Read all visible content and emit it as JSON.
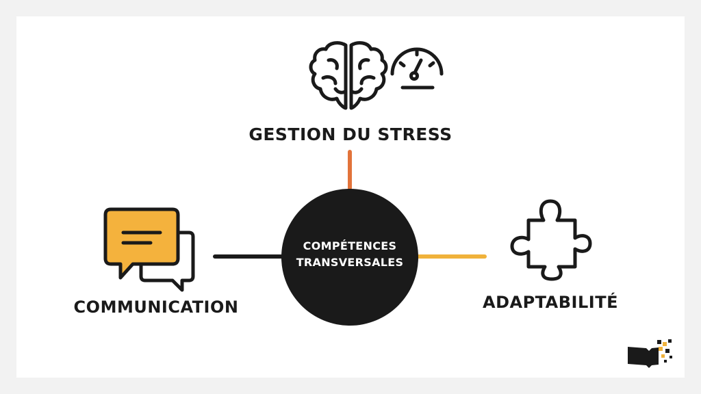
{
  "center": {
    "line1": "COMPÉTENCES",
    "line2": "TRANSVERSALES"
  },
  "branches": {
    "top": {
      "label": "GESTION DU STRESS"
    },
    "left": {
      "label": "COMMUNICATION"
    },
    "right": {
      "label": "ADAPTABILITÉ"
    }
  },
  "icons": {
    "top": [
      "brain-icon",
      "gauge-icon"
    ],
    "left": "chat-bubbles-icon",
    "right": "puzzle-piece-icon",
    "corner": "open-book-pixel-logo"
  },
  "colors": {
    "background": "#f2f2f2",
    "card": "#ffffff",
    "hub": "#1a1a1a",
    "line_top": "#e2733a",
    "line_left": "#1a1a1a",
    "line_right": "#f0b23b",
    "chat_fill": "#f4b23d",
    "ink": "#1a1a1a"
  }
}
